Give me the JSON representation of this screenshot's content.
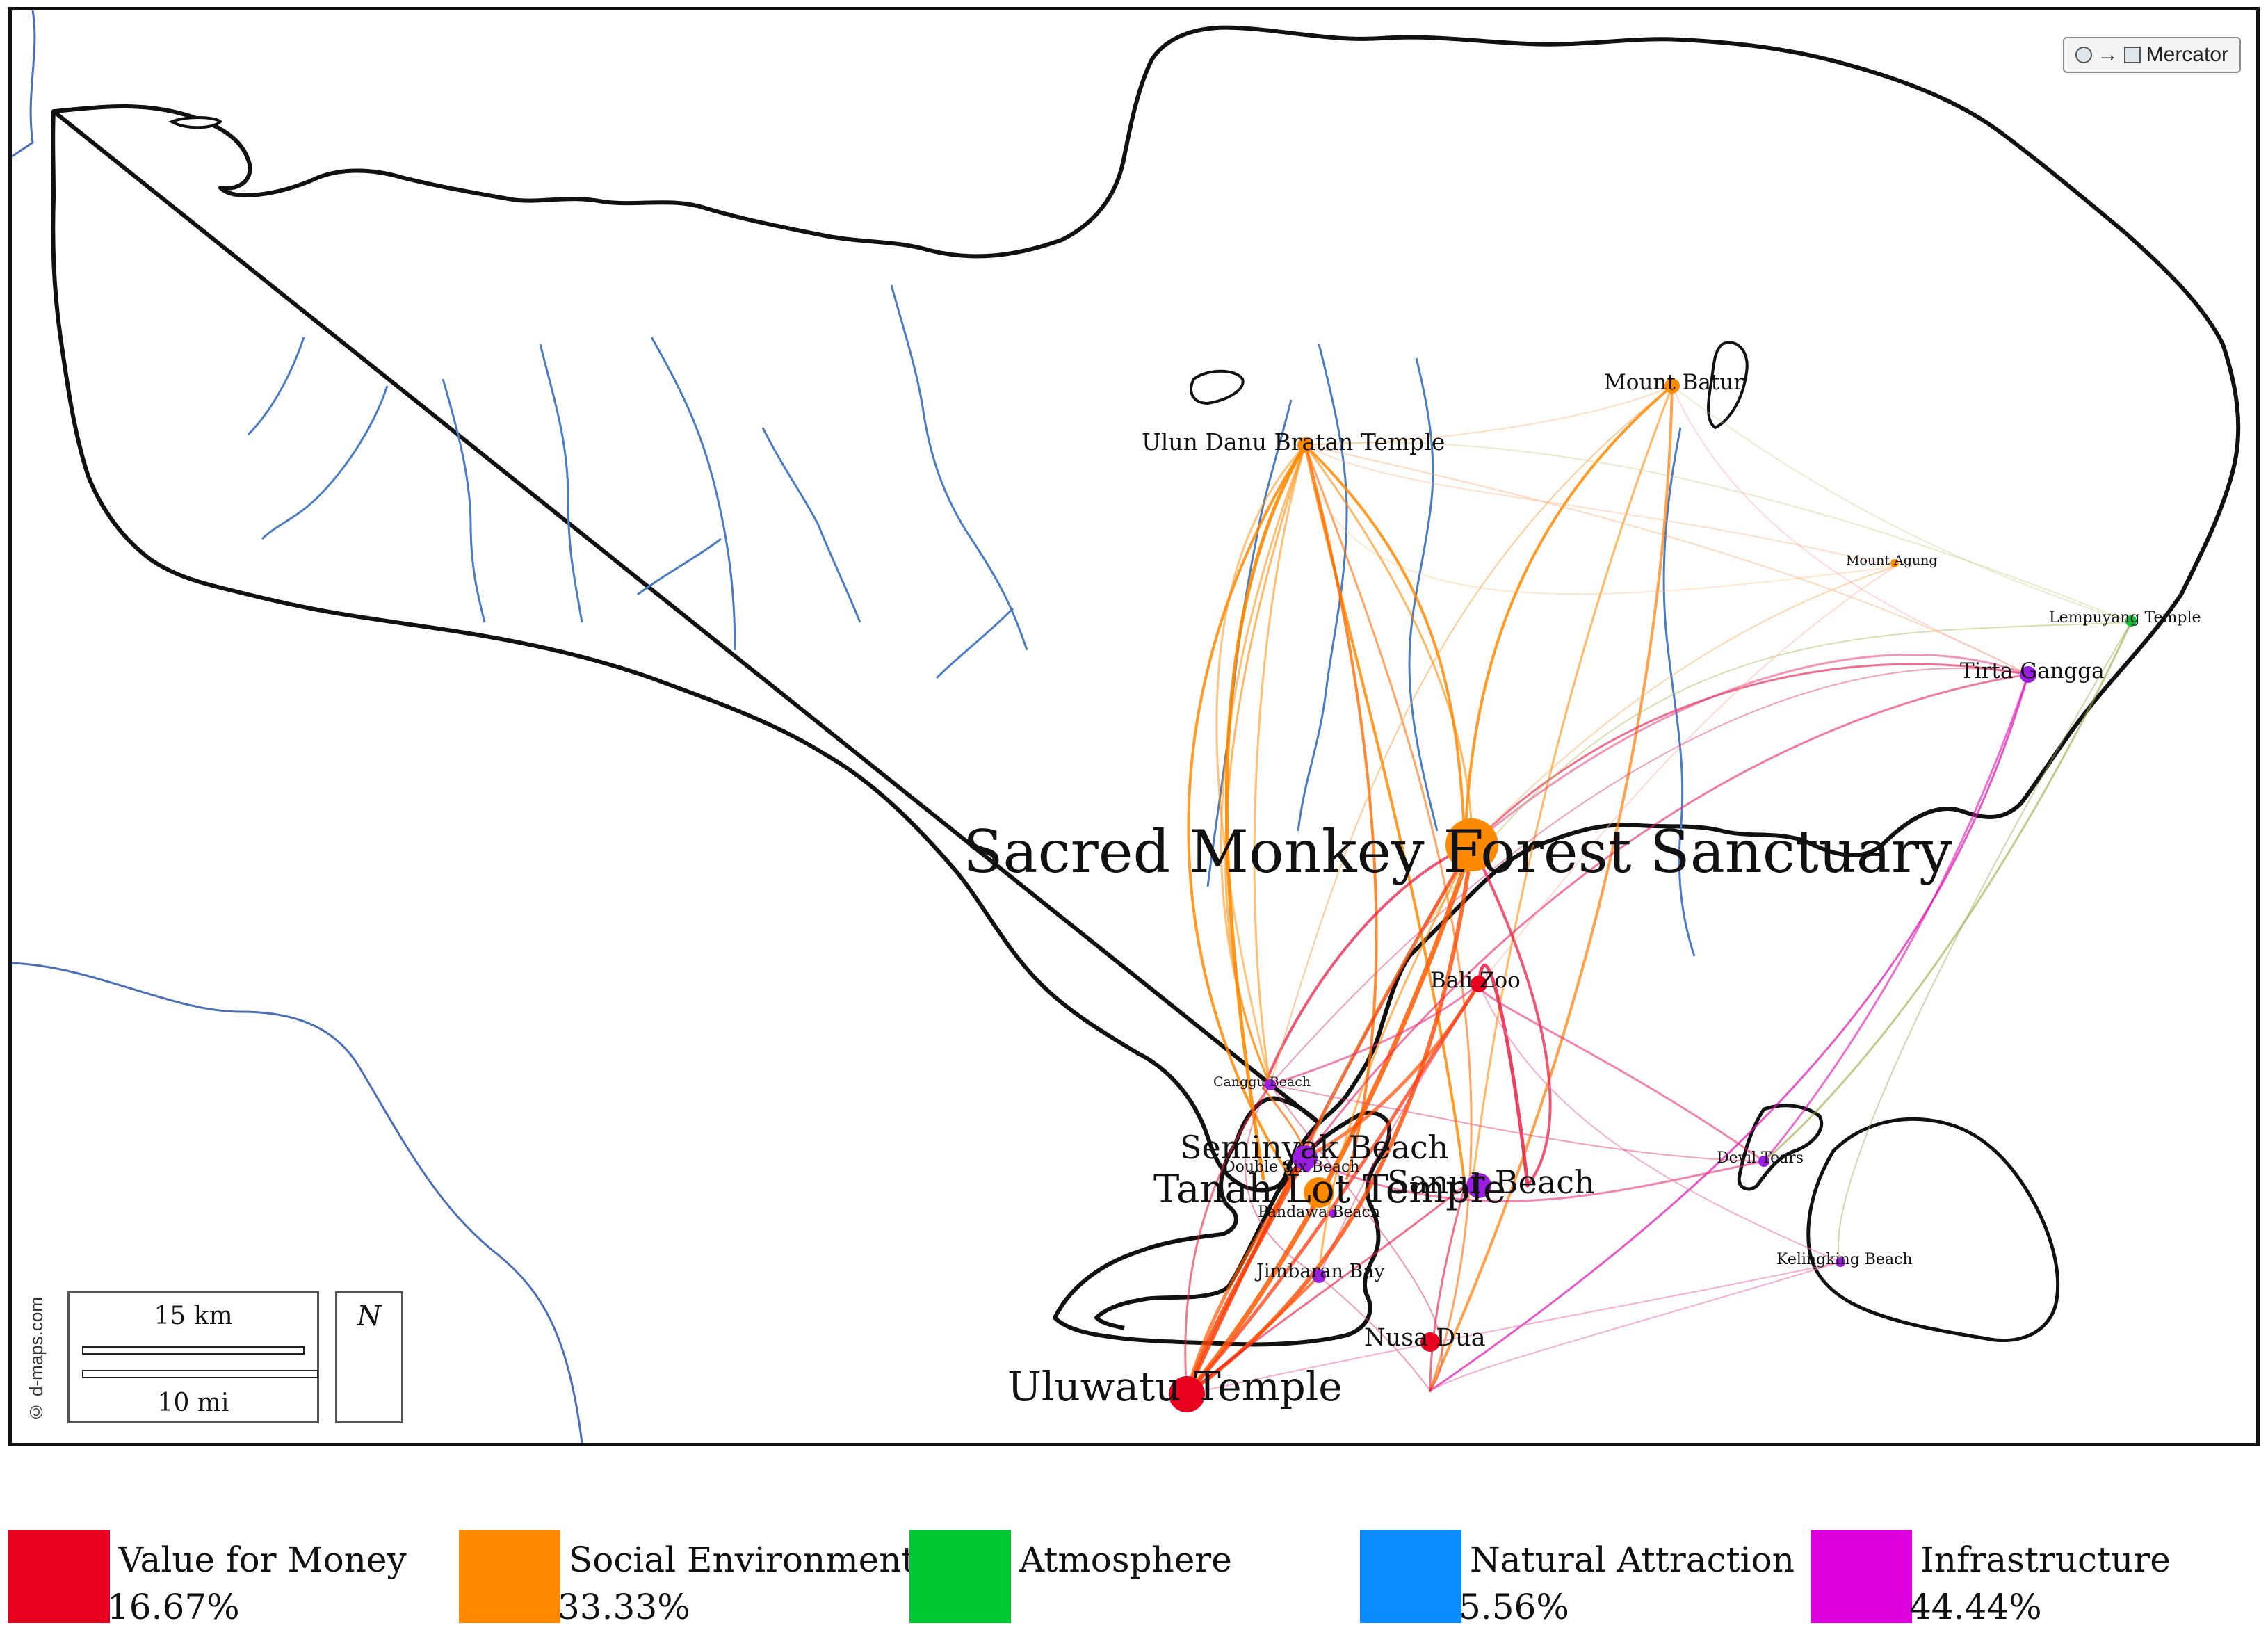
{
  "map": {
    "projection_label": "Mercator",
    "credit": "© d-maps.com",
    "scale_km": "15 km",
    "scale_mi": "10 mi",
    "north_label": "N",
    "colors": {
      "value_for_money": "#e8001e",
      "social_environment": "#ff8a00",
      "atmosphere": "#00c832",
      "natural_attraction": "#0a8cff",
      "infrastructure": "#dd00dd",
      "node_purple": "#9a1ee0",
      "coast": "#111111",
      "river": "#4a7cc4"
    }
  },
  "nodes": [
    {
      "id": "sacred",
      "label": "Sacred Monkey Forest Sanctuary",
      "category": "social_environment",
      "size": "xl"
    },
    {
      "id": "uluwatu",
      "label": "Uluwatu Temple",
      "category": "value_for_money",
      "size": "l"
    },
    {
      "id": "tanahlot",
      "label": "Tanah Lot Temple",
      "category": "social_environment",
      "size": "l"
    },
    {
      "id": "seminyak",
      "label": "Seminyak Beach",
      "category": "infrastructure",
      "size": "l"
    },
    {
      "id": "sanur",
      "label": "Sanur Beach",
      "category": "infrastructure",
      "size": "l"
    },
    {
      "id": "ulundanu",
      "label": "Ulun Danu Bratan Temple",
      "category": "social_environment",
      "size": "m"
    },
    {
      "id": "batur",
      "label": "Mount Batur",
      "category": "social_environment",
      "size": "m"
    },
    {
      "id": "tirta",
      "label": "Tirta Gangga",
      "category": "infrastructure",
      "size": "m"
    },
    {
      "id": "balizoo",
      "label": "Bali Zoo",
      "category": "value_for_money",
      "size": "m"
    },
    {
      "id": "nusadua",
      "label": "Nusa Dua",
      "category": "value_for_money",
      "size": "m"
    },
    {
      "id": "jimbaran",
      "label": "Jimbaran Bay",
      "category": "infrastructure",
      "size": "s"
    },
    {
      "id": "agung",
      "label": "Mount Agung",
      "category": "social_environment",
      "size": "xs"
    },
    {
      "id": "lempuyang",
      "label": "Lempuyang Temple",
      "category": "atmosphere",
      "size": "xs"
    },
    {
      "id": "canggu",
      "label": "Canggu Beach",
      "category": "infrastructure",
      "size": "xs"
    },
    {
      "id": "doublesix",
      "label": "Double Six Beach",
      "category": "infrastructure",
      "size": "xs"
    },
    {
      "id": "pandawa",
      "label": "Pandawa Beach",
      "category": "infrastructure",
      "size": "xs"
    },
    {
      "id": "devils",
      "label": "Devil Tears",
      "category": "infrastructure",
      "size": "xs"
    },
    {
      "id": "kelingking",
      "label": "Kelingking Beach",
      "category": "infrastructure",
      "size": "xs"
    }
  ],
  "legend": [
    {
      "name": "Value for Money",
      "pct": "16.67%",
      "color": "#e8001e"
    },
    {
      "name": "Social Environment",
      "pct": "33.33%",
      "color": "#ff8a00"
    },
    {
      "name": "Atmosphere",
      "pct": "",
      "color": "#00c832"
    },
    {
      "name": "Natural Attraction",
      "pct": "5.56%",
      "color": "#0a8cff"
    },
    {
      "name": "Infrastructure",
      "pct": "44.44%",
      "color": "#dd00dd"
    }
  ]
}
